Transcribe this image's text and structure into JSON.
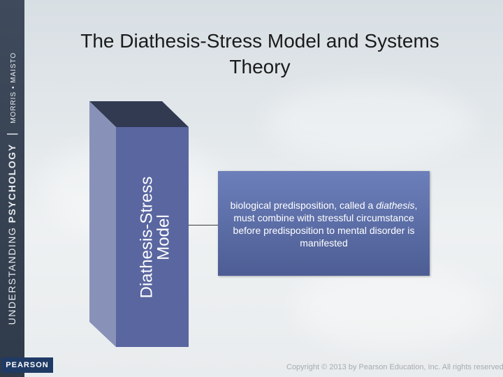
{
  "sidebar": {
    "book_title_light": "UNDERSTANDING",
    "book_title_bold": "PSYCHOLOGY",
    "separator": "|",
    "authors": "MORRIS • MAISTO",
    "publisher": "PEARSON"
  },
  "slide": {
    "title": "The Diathesis-Stress Model and Systems Theory",
    "bar_label_line1": "Diathesis-Stress",
    "bar_label_line2": "Model",
    "definition_before": "biological predisposition, called a",
    "definition_term": "diathesis",
    "definition_after": ", must combine with stressful circumstance before predisposition to mental disorder is manifested",
    "copyright": "Copyright © 2013 by Pearson Education, Inc. All rights reserved"
  },
  "colors": {
    "sidebar": "#333e4f",
    "bar_front": "#5966a0",
    "box": "#5f70aa",
    "publisher_badge": "#1f3a64"
  }
}
